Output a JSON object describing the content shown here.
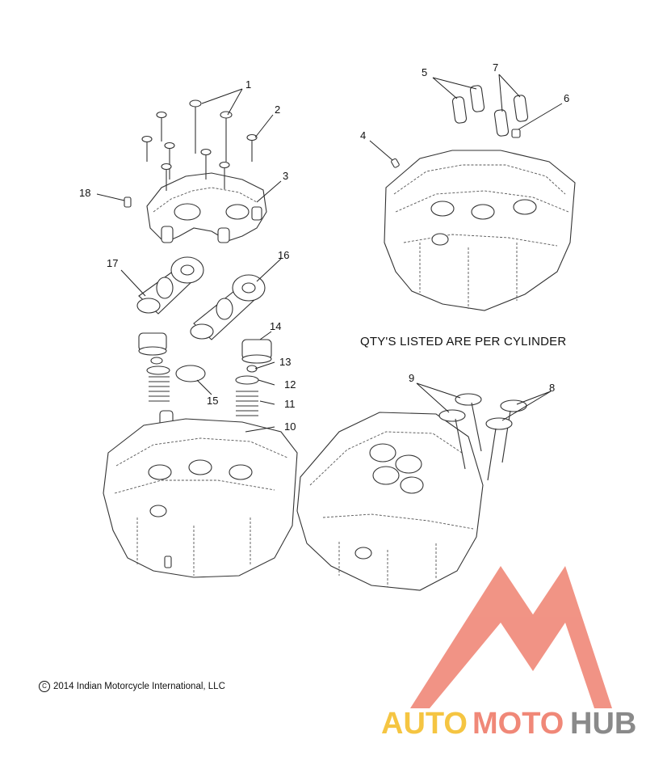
{
  "callouts": [
    {
      "id": "1",
      "label": "1"
    },
    {
      "id": "2",
      "label": "2"
    },
    {
      "id": "3",
      "label": "3"
    },
    {
      "id": "4",
      "label": "4"
    },
    {
      "id": "5",
      "label": "5"
    },
    {
      "id": "6",
      "label": "6"
    },
    {
      "id": "7",
      "label": "7"
    },
    {
      "id": "8",
      "label": "8"
    },
    {
      "id": "9",
      "label": "9"
    },
    {
      "id": "10",
      "label": "10"
    },
    {
      "id": "11",
      "label": "11"
    },
    {
      "id": "12",
      "label": "12"
    },
    {
      "id": "13",
      "label": "13"
    },
    {
      "id": "14",
      "label": "14"
    },
    {
      "id": "15",
      "label": "15"
    },
    {
      "id": "16",
      "label": "16"
    },
    {
      "id": "17",
      "label": "17"
    },
    {
      "id": "18",
      "label": "18"
    }
  ],
  "note": "QTY'S LISTED ARE PER CYLINDER",
  "copyright": "2014 Indian Motorcycle International, LLC",
  "watermark": {
    "part1": "AUTO",
    "part2": "MOTO",
    "part3": "HUB",
    "colors": {
      "logo": "#f08878",
      "auto": "#f5c542",
      "moto": "#f08878",
      "hub": "#8a8a8a"
    }
  }
}
